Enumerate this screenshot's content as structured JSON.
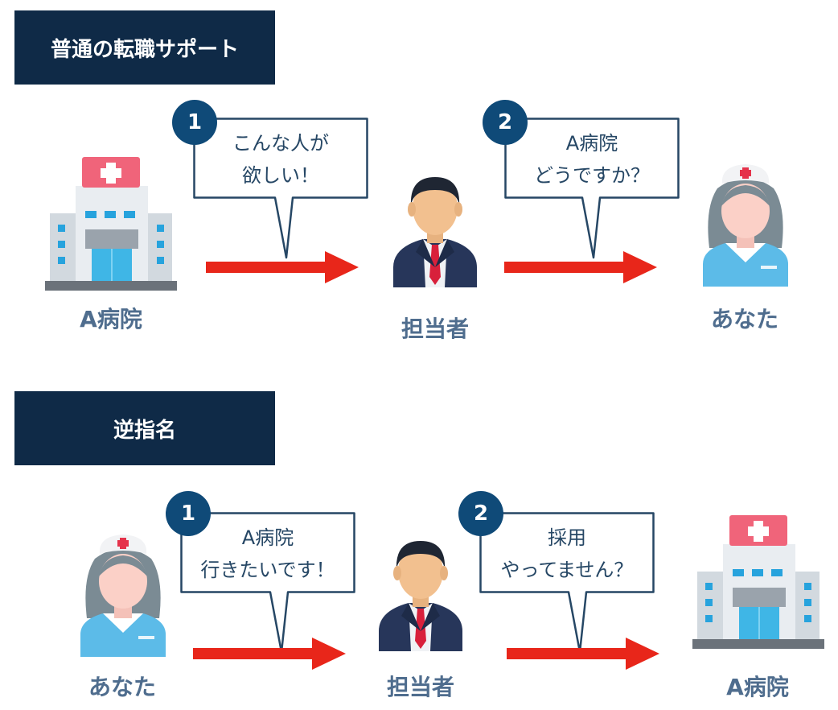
{
  "sections": [
    {
      "title": "普通の転職サポート",
      "left_label": "A病院",
      "middle_label": "担当者",
      "right_label": "あなた",
      "step1": {
        "badge": "1",
        "line1": "こんな人が",
        "line2": "欲しい！"
      },
      "step2": {
        "badge": "2",
        "line1": "A病院",
        "line2": "どうですか？"
      }
    },
    {
      "title": "逆指名",
      "left_label": "あなた",
      "middle_label": "担当者",
      "right_label": "A病院",
      "step1": {
        "badge": "1",
        "line1": "A病院",
        "line2": "行きたいです！"
      },
      "step2": {
        "badge": "2",
        "line1": "採用",
        "line2": "やってません？"
      }
    }
  ],
  "icons": {
    "hospital": "hospital-icon",
    "agent": "businessman-icon",
    "nurse": "nurse-icon"
  },
  "colors": {
    "navy": "#0f2a47",
    "badge": "#0f4a78",
    "arrow": "#e8261a",
    "label": "#4f6d8e"
  }
}
